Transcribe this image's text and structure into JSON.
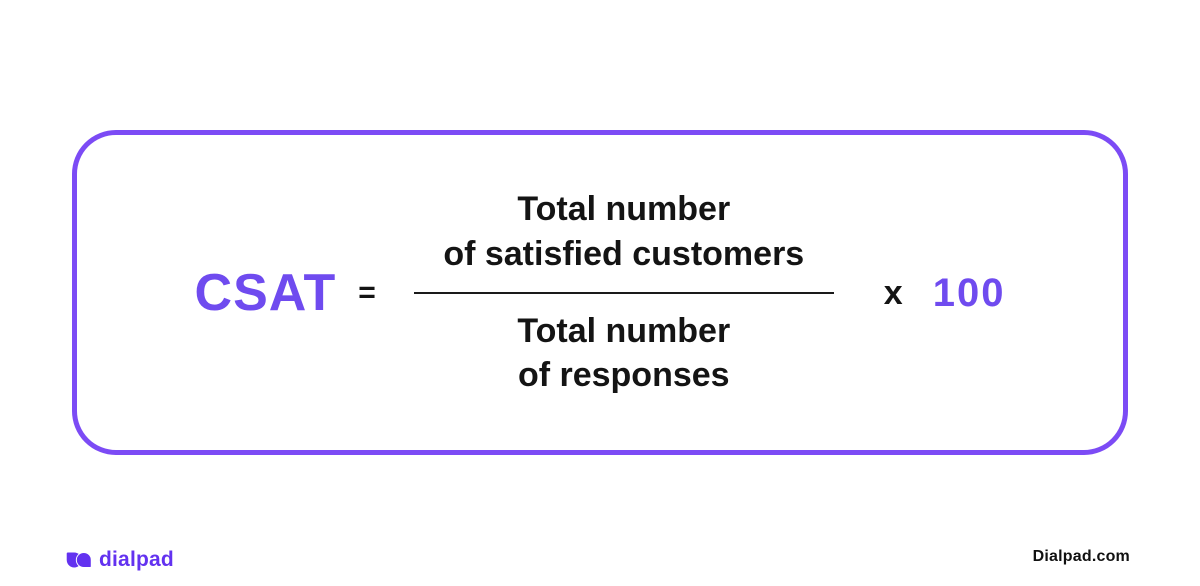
{
  "formula": {
    "lhs": "CSAT",
    "equals": "=",
    "numerator_line1": "Total number",
    "numerator_line2": "of satisfied customers",
    "denominator_line1": "Total number",
    "denominator_line2": "of responses",
    "multiply_sign": "x",
    "multiplier": "100"
  },
  "footer": {
    "logo_text": "dialpad",
    "website": "Dialpad.com"
  },
  "colors": {
    "accent_purple": "#6f4bef",
    "border_purple": "#7c4bf5",
    "logo_purple": "#6332f0",
    "text_black": "#141414"
  }
}
